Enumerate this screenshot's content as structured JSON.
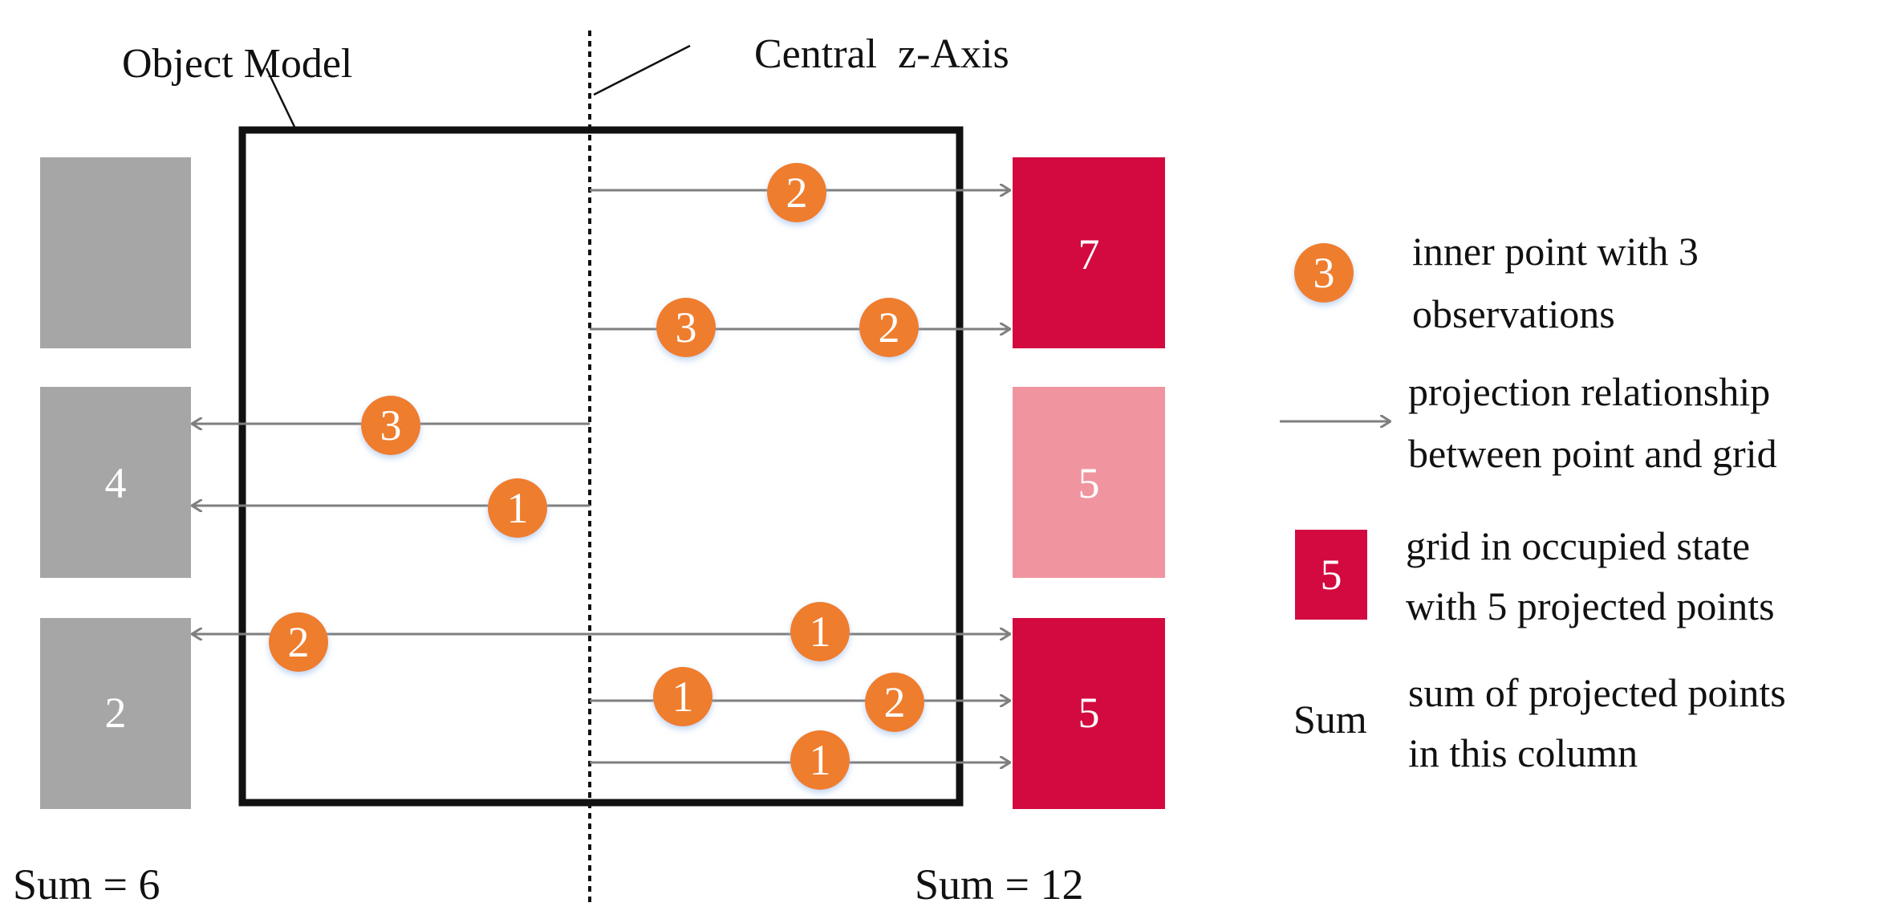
{
  "title_object_model": "Object Model",
  "title_axis": "Central  z-Axis",
  "colors": {
    "grid_gray": "#a6a6a6",
    "grid_occupied": "#d20a40",
    "grid_light": "#f0959f",
    "point_fill": "#ef7d2f",
    "arrow": "#7f7f7f",
    "border": "#111111"
  },
  "left_grids": [
    "",
    "4",
    "2"
  ],
  "right_grids": [
    "7",
    "5",
    "5"
  ],
  "right_grid_states": [
    "occupied",
    "free",
    "occupied"
  ],
  "points": [
    "2",
    "3",
    "2",
    "3",
    "1",
    "2",
    "1",
    "1",
    "2",
    "1"
  ],
  "sum_left": "Sum = 6",
  "sum_right": "Sum = 12",
  "legend": {
    "point_value": "3",
    "point_line1": "inner point with 3",
    "point_line2": "observations",
    "arrow_line1": "projection relationship",
    "arrow_line2": "between point and grid",
    "grid_value": "5",
    "grid_line1": "grid in occupied state",
    "grid_line2": "with 5 projected points",
    "sum_label": "Sum",
    "sum_line1": "sum of projected points",
    "sum_line2": "in this column"
  }
}
